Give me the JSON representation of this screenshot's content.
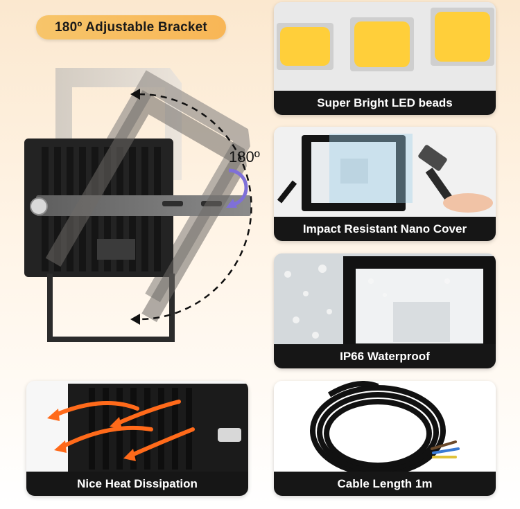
{
  "header": {
    "bracket_title": "180º Adjustable Bracket",
    "rotation_label": "180º"
  },
  "features": [
    {
      "label": "Super Bright LED beads",
      "icon": "led-beads-icon"
    },
    {
      "label": "Impact Resistant Nano Cover",
      "icon": "hammer-icon"
    },
    {
      "label": "IP66 Waterproof",
      "icon": "water-drops-icon"
    },
    {
      "label": "Nice Heat Dissipation",
      "icon": "heat-arrows-icon"
    },
    {
      "label": "Cable Length 1m",
      "icon": "cable-icon"
    }
  ],
  "colors": {
    "accent": "#f8b656",
    "label_bg": "#161616",
    "led_yellow": "#ffcf3a",
    "heat_orange": "#ff6a1a"
  }
}
